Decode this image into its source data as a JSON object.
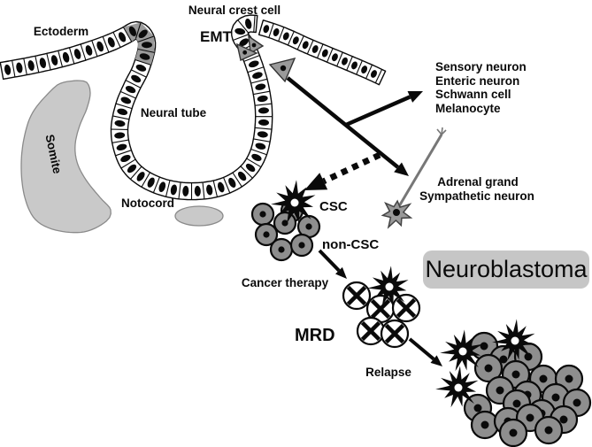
{
  "figure": {
    "title": "Neural crest cell",
    "labels": {
      "ectoderm": "Ectoderm",
      "emt": "EMT",
      "neural_tube": "Neural tube",
      "somite": "Somite",
      "notocord": "Notocord",
      "csc": "CSC",
      "non_csc": "non-CSC",
      "cancer_therapy": "Cancer therapy",
      "neuroblastoma": "Neuroblastoma",
      "mrd": "MRD",
      "relapse": "Relapse"
    },
    "derivatives": [
      "Sensory neuron",
      "Enteric neuron",
      "Schwann cell",
      "Melanocyte"
    ],
    "sympathetic_fates": [
      "Adrenal grand",
      "Sympathetic neuron"
    ],
    "colors": {
      "ink": "#0a0a0a",
      "cell_gray": "#8e8e8e",
      "crest_gray": "#9a9a9a",
      "tissue_gray": "#c9c9c9",
      "tissue_edge": "#8a8a8a",
      "box_gray": "#c6c6c6",
      "neuron_gray": "#999999",
      "axon_gray": "#777777"
    }
  }
}
